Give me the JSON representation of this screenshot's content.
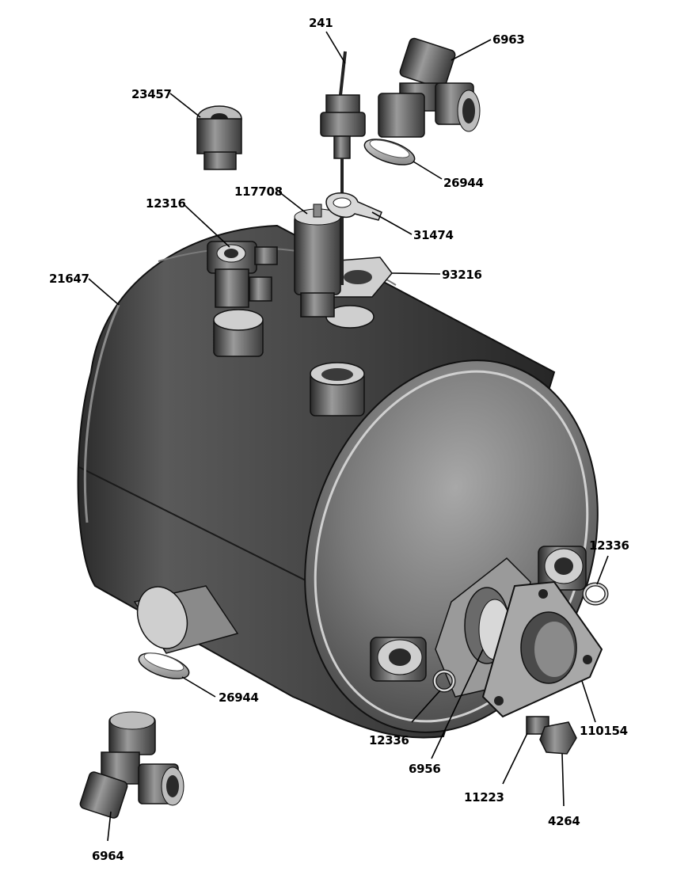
{
  "colors": {
    "background": "#ffffff",
    "metal_dark": "#3a3a3a",
    "metal_mid": "#6e6e6e",
    "metal_light": "#c8c8c8",
    "ink": "#000000"
  },
  "parts": [
    {
      "id": "label-241",
      "number": "241"
    },
    {
      "id": "label-6963",
      "number": "6963"
    },
    {
      "id": "label-23457",
      "number": "23457"
    },
    {
      "id": "label-26944-top",
      "number": "26944"
    },
    {
      "id": "label-117708",
      "number": "117708"
    },
    {
      "id": "label-12316",
      "number": "12316"
    },
    {
      "id": "label-31474",
      "number": "31474"
    },
    {
      "id": "label-93216",
      "number": "93216"
    },
    {
      "id": "label-21647",
      "number": "21647"
    },
    {
      "id": "label-12336-right",
      "number": "12336"
    },
    {
      "id": "label-26944-bottom",
      "number": "26944"
    },
    {
      "id": "label-12336-bottom",
      "number": "12336"
    },
    {
      "id": "label-110154",
      "number": "110154"
    },
    {
      "id": "label-6956",
      "number": "6956"
    },
    {
      "id": "label-11223",
      "number": "11223"
    },
    {
      "id": "label-4264",
      "number": "4264"
    },
    {
      "id": "label-6964",
      "number": "6964"
    }
  ]
}
